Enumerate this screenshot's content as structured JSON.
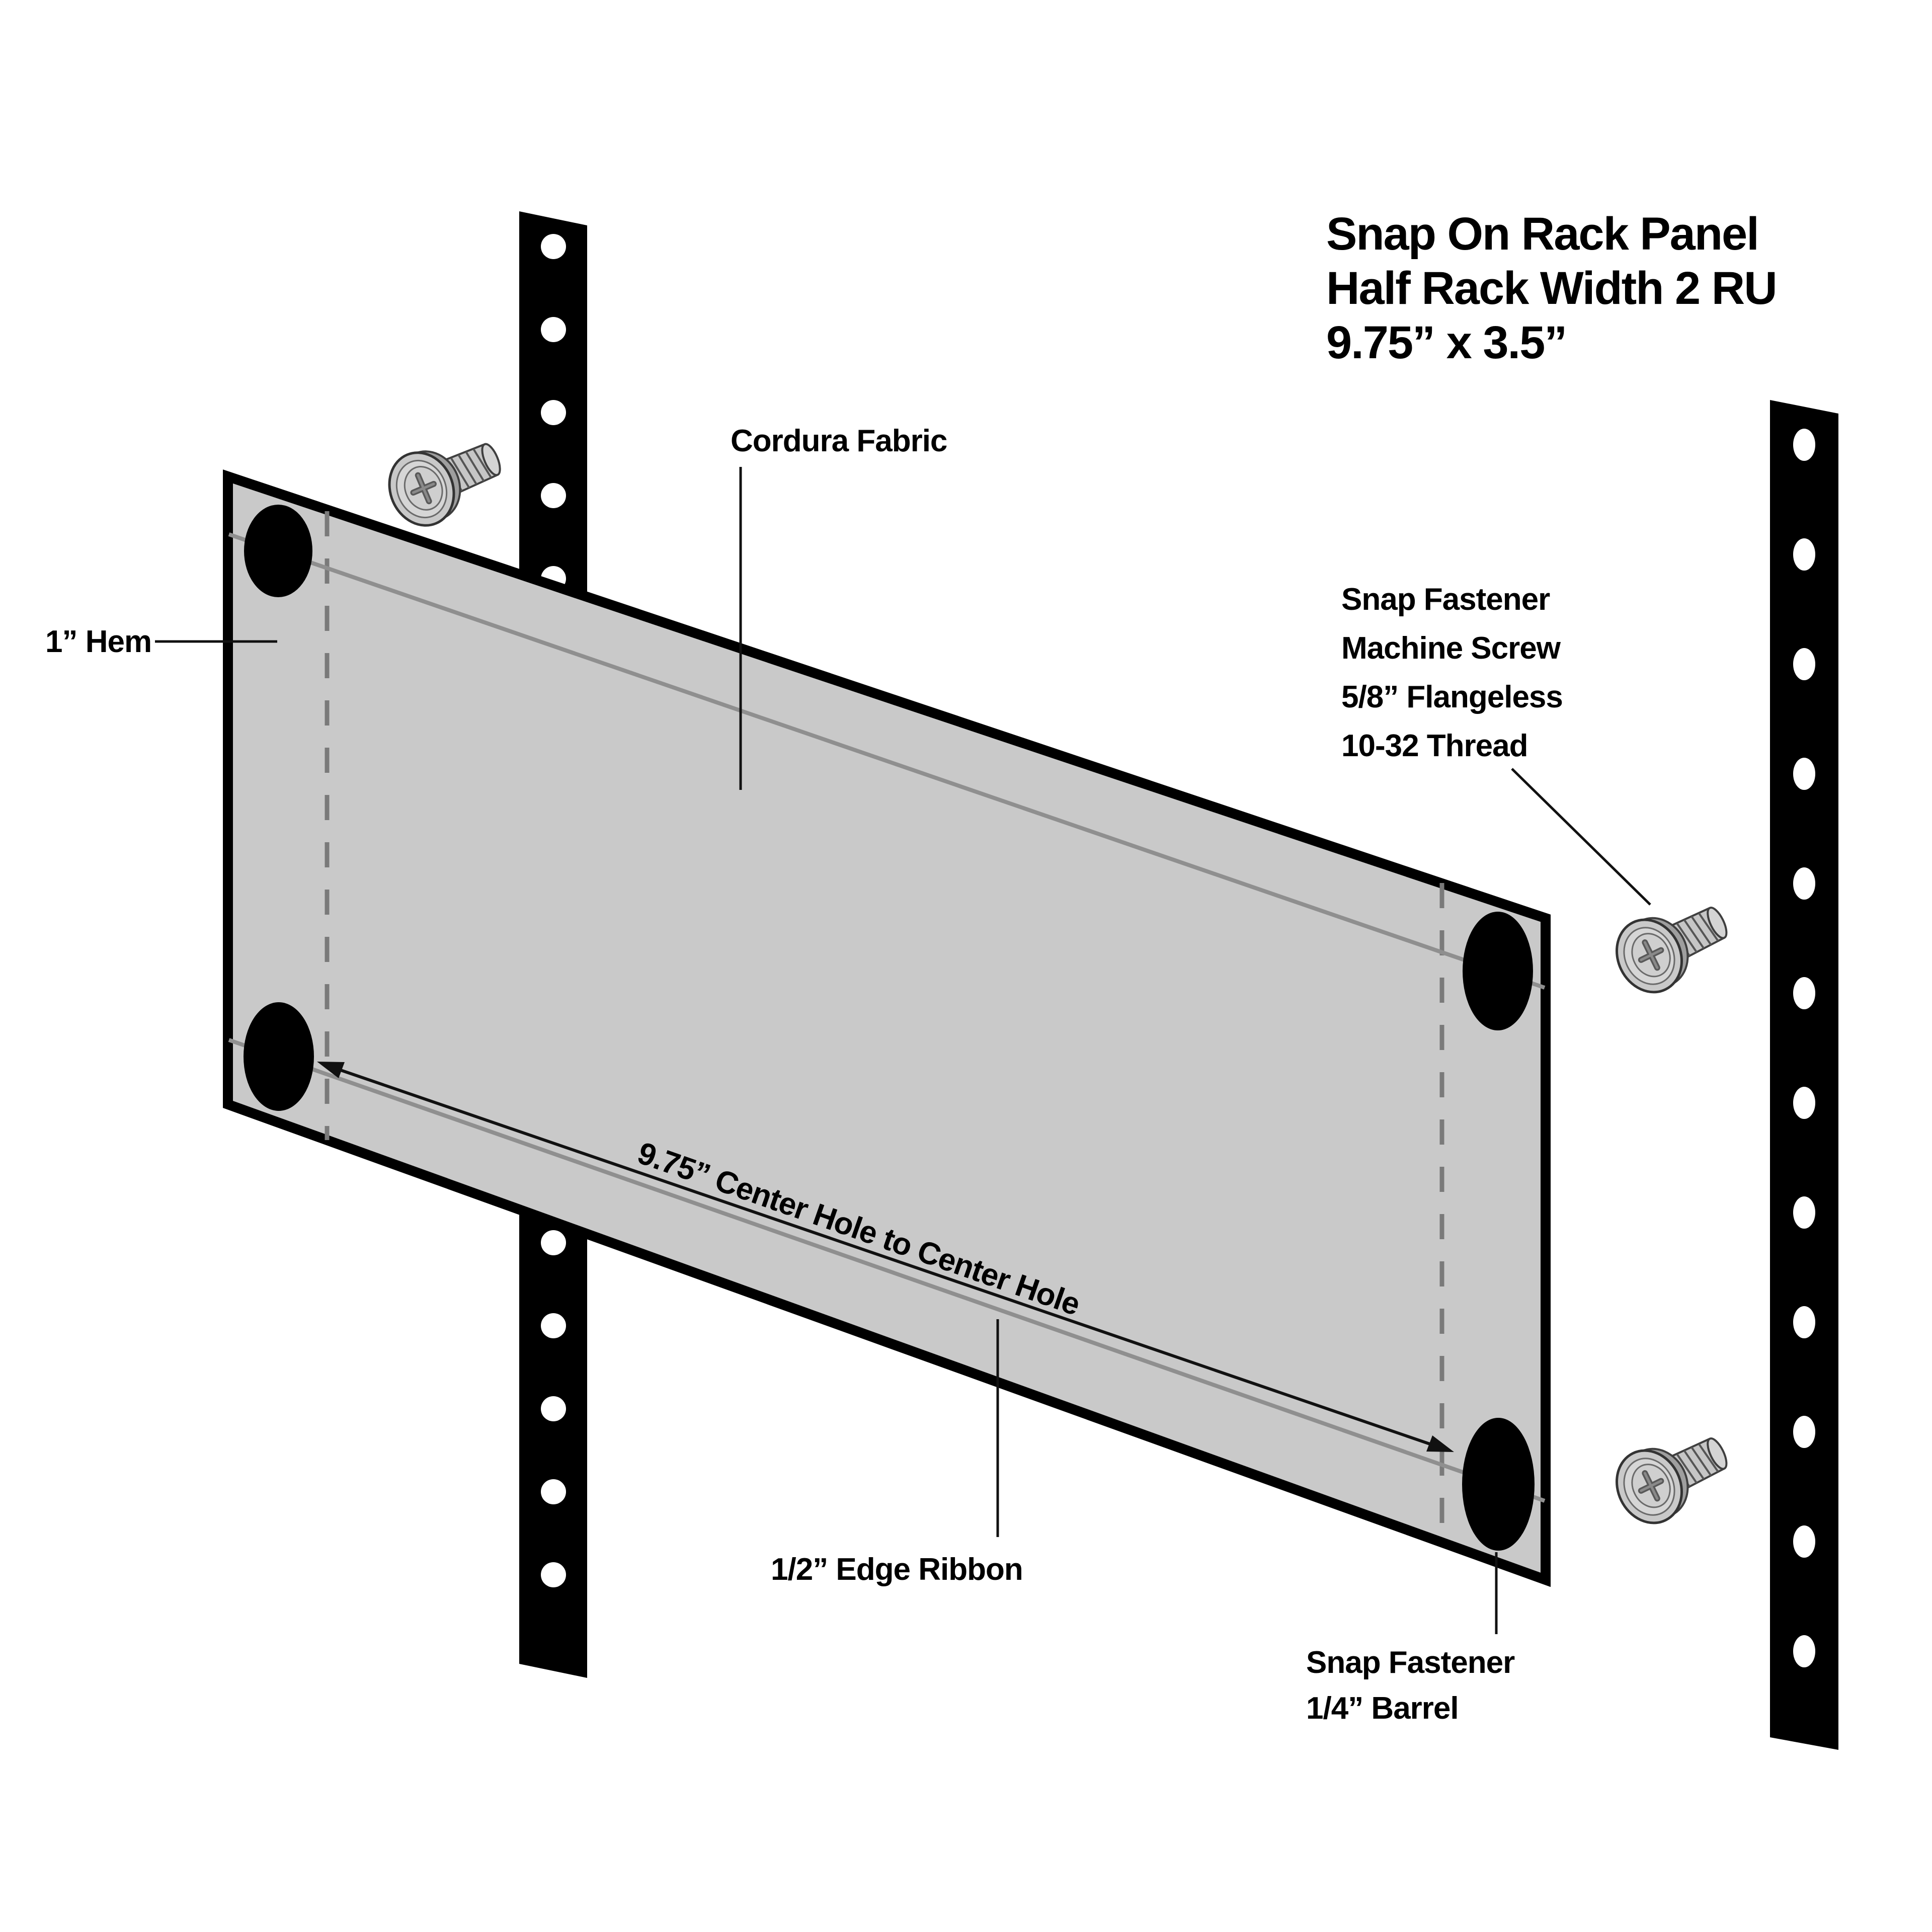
{
  "title": {
    "line1": "Snap On Rack Panel",
    "line2": "Half Rack Width 2 RU",
    "line3": "9.75” x 3.5”"
  },
  "labels": {
    "cordura": "Cordura Fabric",
    "hem": "1” Hem",
    "machine_screw": [
      "Snap Fastener",
      "Machine Screw",
      "5/8” Flangeless",
      "10-32 Thread"
    ],
    "dimension": "9.75” Center Hole to Center Hole",
    "edge_ribbon": "1/2” Edge Ribbon",
    "barrel": [
      "Snap Fastener",
      "1/4” Barrel"
    ]
  },
  "colors": {
    "background": "#ffffff",
    "rail": "#000000",
    "panel_fill": "#c9c9c9",
    "panel_outline": "#000000",
    "seam_line": "#8f8f8f",
    "hem_dash": "#7a7a7a",
    "screw_body": "#c6c6c6",
    "text": "#000000"
  }
}
